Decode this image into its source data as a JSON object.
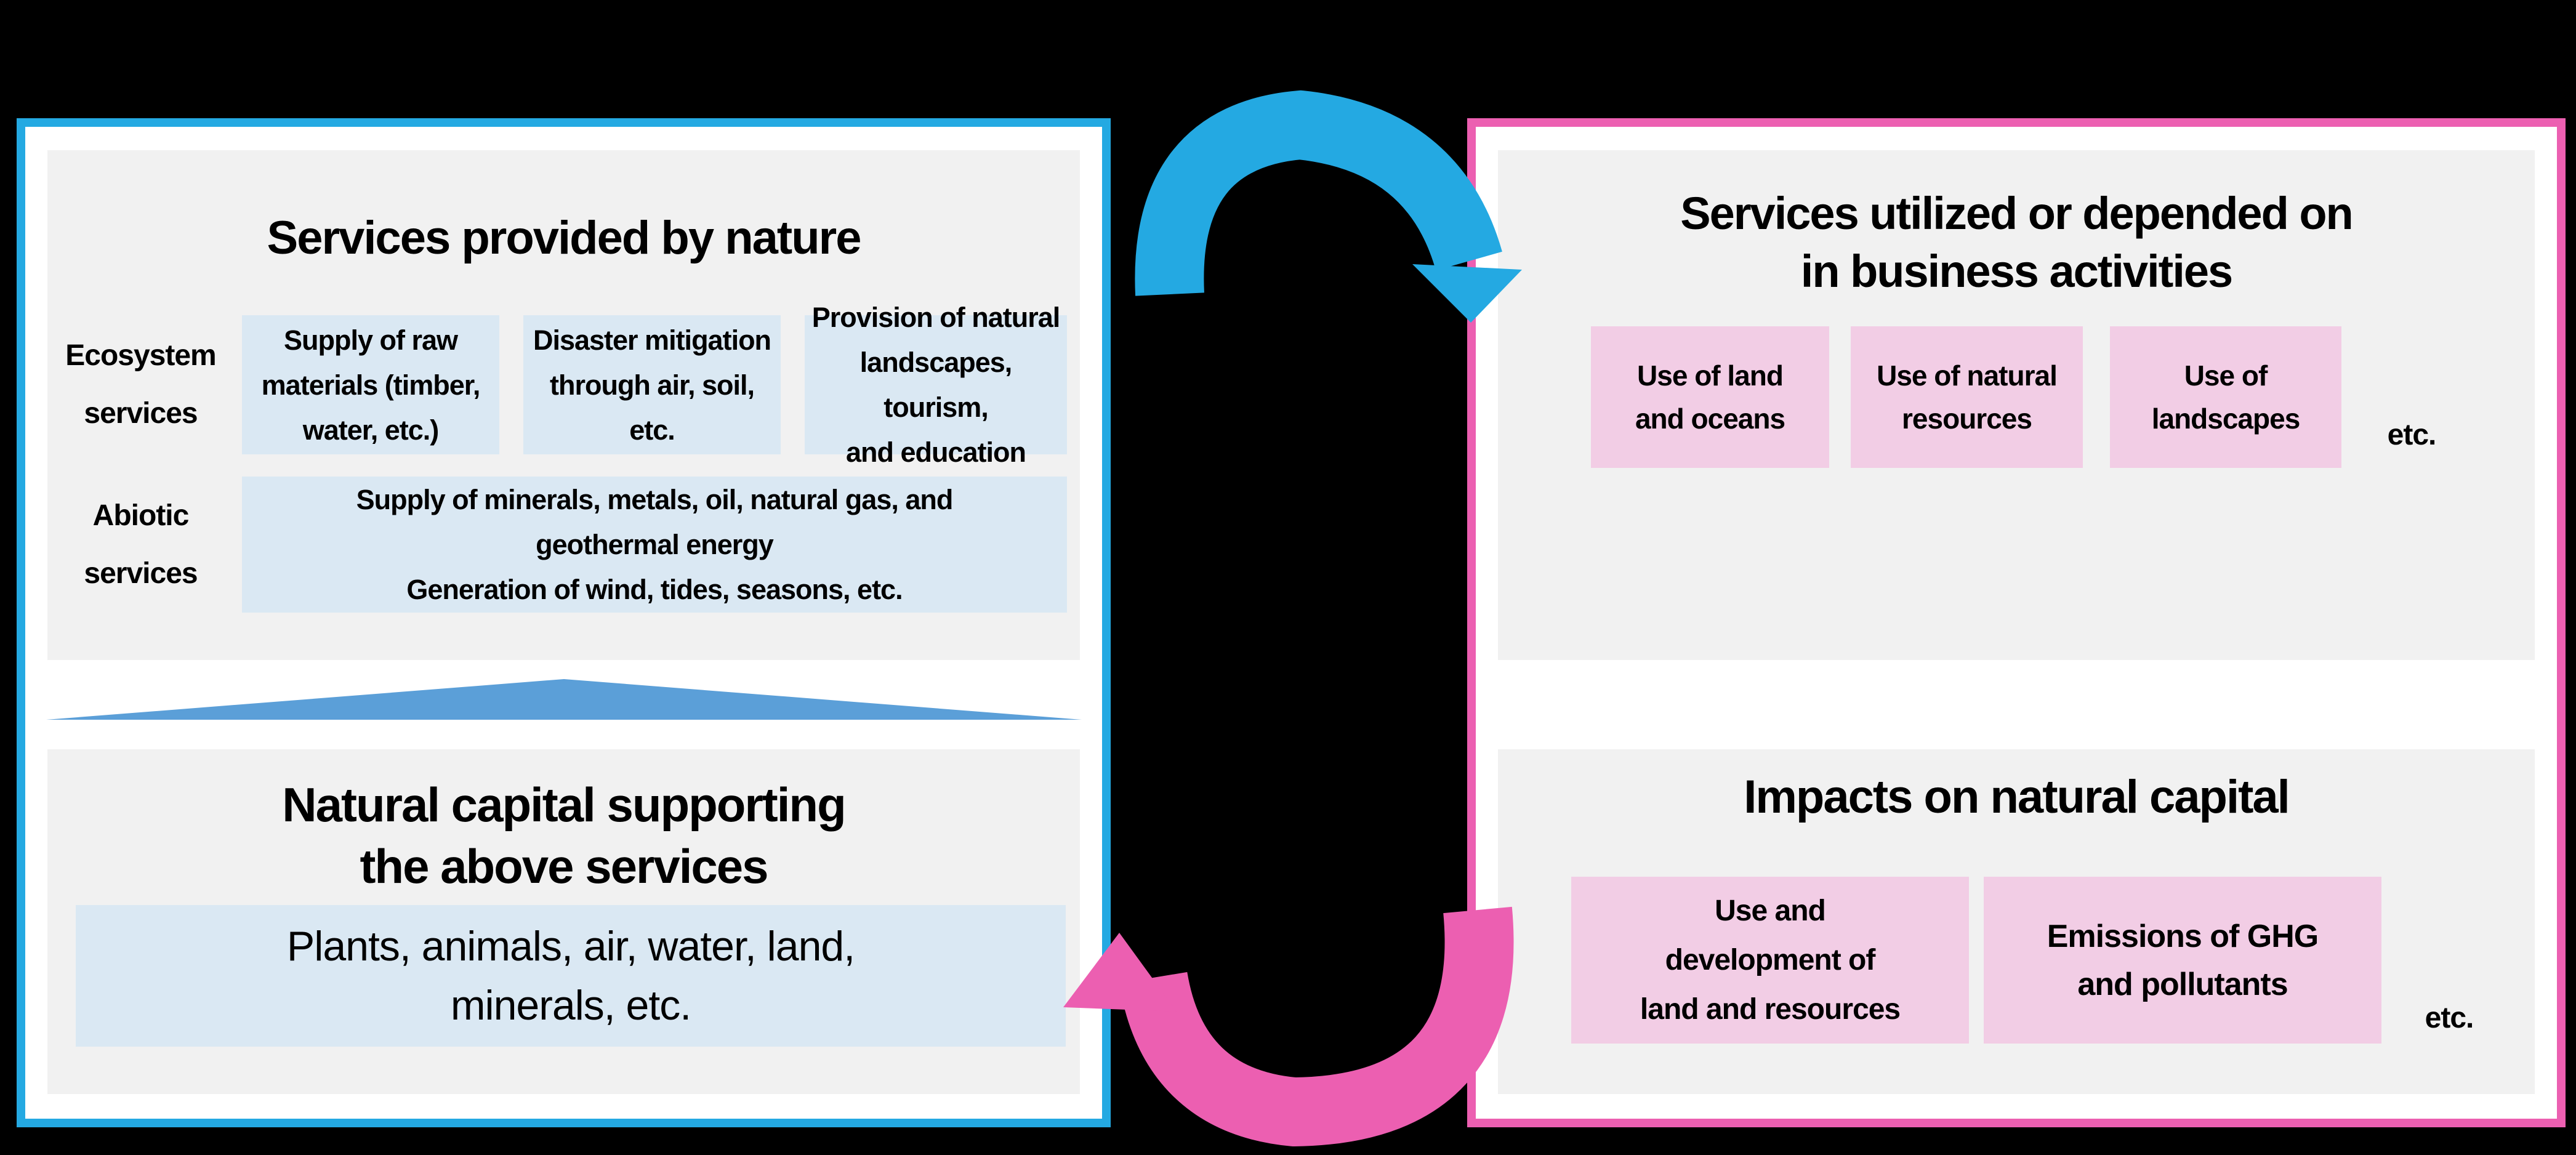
{
  "colors": {
    "blue_border": "#24a9e2",
    "pink_border": "#ec5fb1",
    "soft_blue": "#5b9fd8",
    "light_blue_box": "#dae8f3",
    "pink_box": "#f2cde5",
    "section_gray": "#f1f1f1",
    "panel_white": "#ffffff",
    "background_black": "#000000",
    "text_black": "#000000"
  },
  "left_panel": {
    "title": "Services provided by nature",
    "row1": {
      "label_lines": [
        "Ecosystem",
        "services"
      ],
      "box1_lines": [
        "Supply of raw",
        "materials (timber,",
        "water, etc.)"
      ],
      "box2_lines": [
        "Disaster mitigation",
        "through air, soil,",
        "etc."
      ],
      "box3_lines": [
        "Provision of natural",
        "landscapes, tourism,",
        "and education"
      ]
    },
    "row2": {
      "label_lines": [
        "Abiotic",
        "services"
      ],
      "box_lines": [
        "Supply of minerals, metals, oil, natural gas, and",
        "geothermal energy",
        "Generation of wind, tides, seasons, etc."
      ]
    },
    "bottom": {
      "title_lines": [
        "Natural capital supporting",
        "the above services"
      ],
      "box_lines": [
        "Plants, animals, air, water, land,",
        "minerals, etc."
      ]
    }
  },
  "right_panel": {
    "top": {
      "title_lines": [
        "Services utilized or depended on",
        "in business activities"
      ],
      "box1_lines": [
        "Use of land",
        "and oceans"
      ],
      "box2_lines": [
        "Use of natural",
        "resources"
      ],
      "box3_lines": [
        "Use of",
        "landscapes"
      ],
      "etc_label": "etc."
    },
    "bottom": {
      "title": "Impacts on natural capital",
      "box1_lines": [
        "Use and",
        "development of",
        "land and resources"
      ],
      "box2_lines": [
        "Emissions of GHG",
        "and pollutants"
      ],
      "etc_label": "etc."
    }
  }
}
